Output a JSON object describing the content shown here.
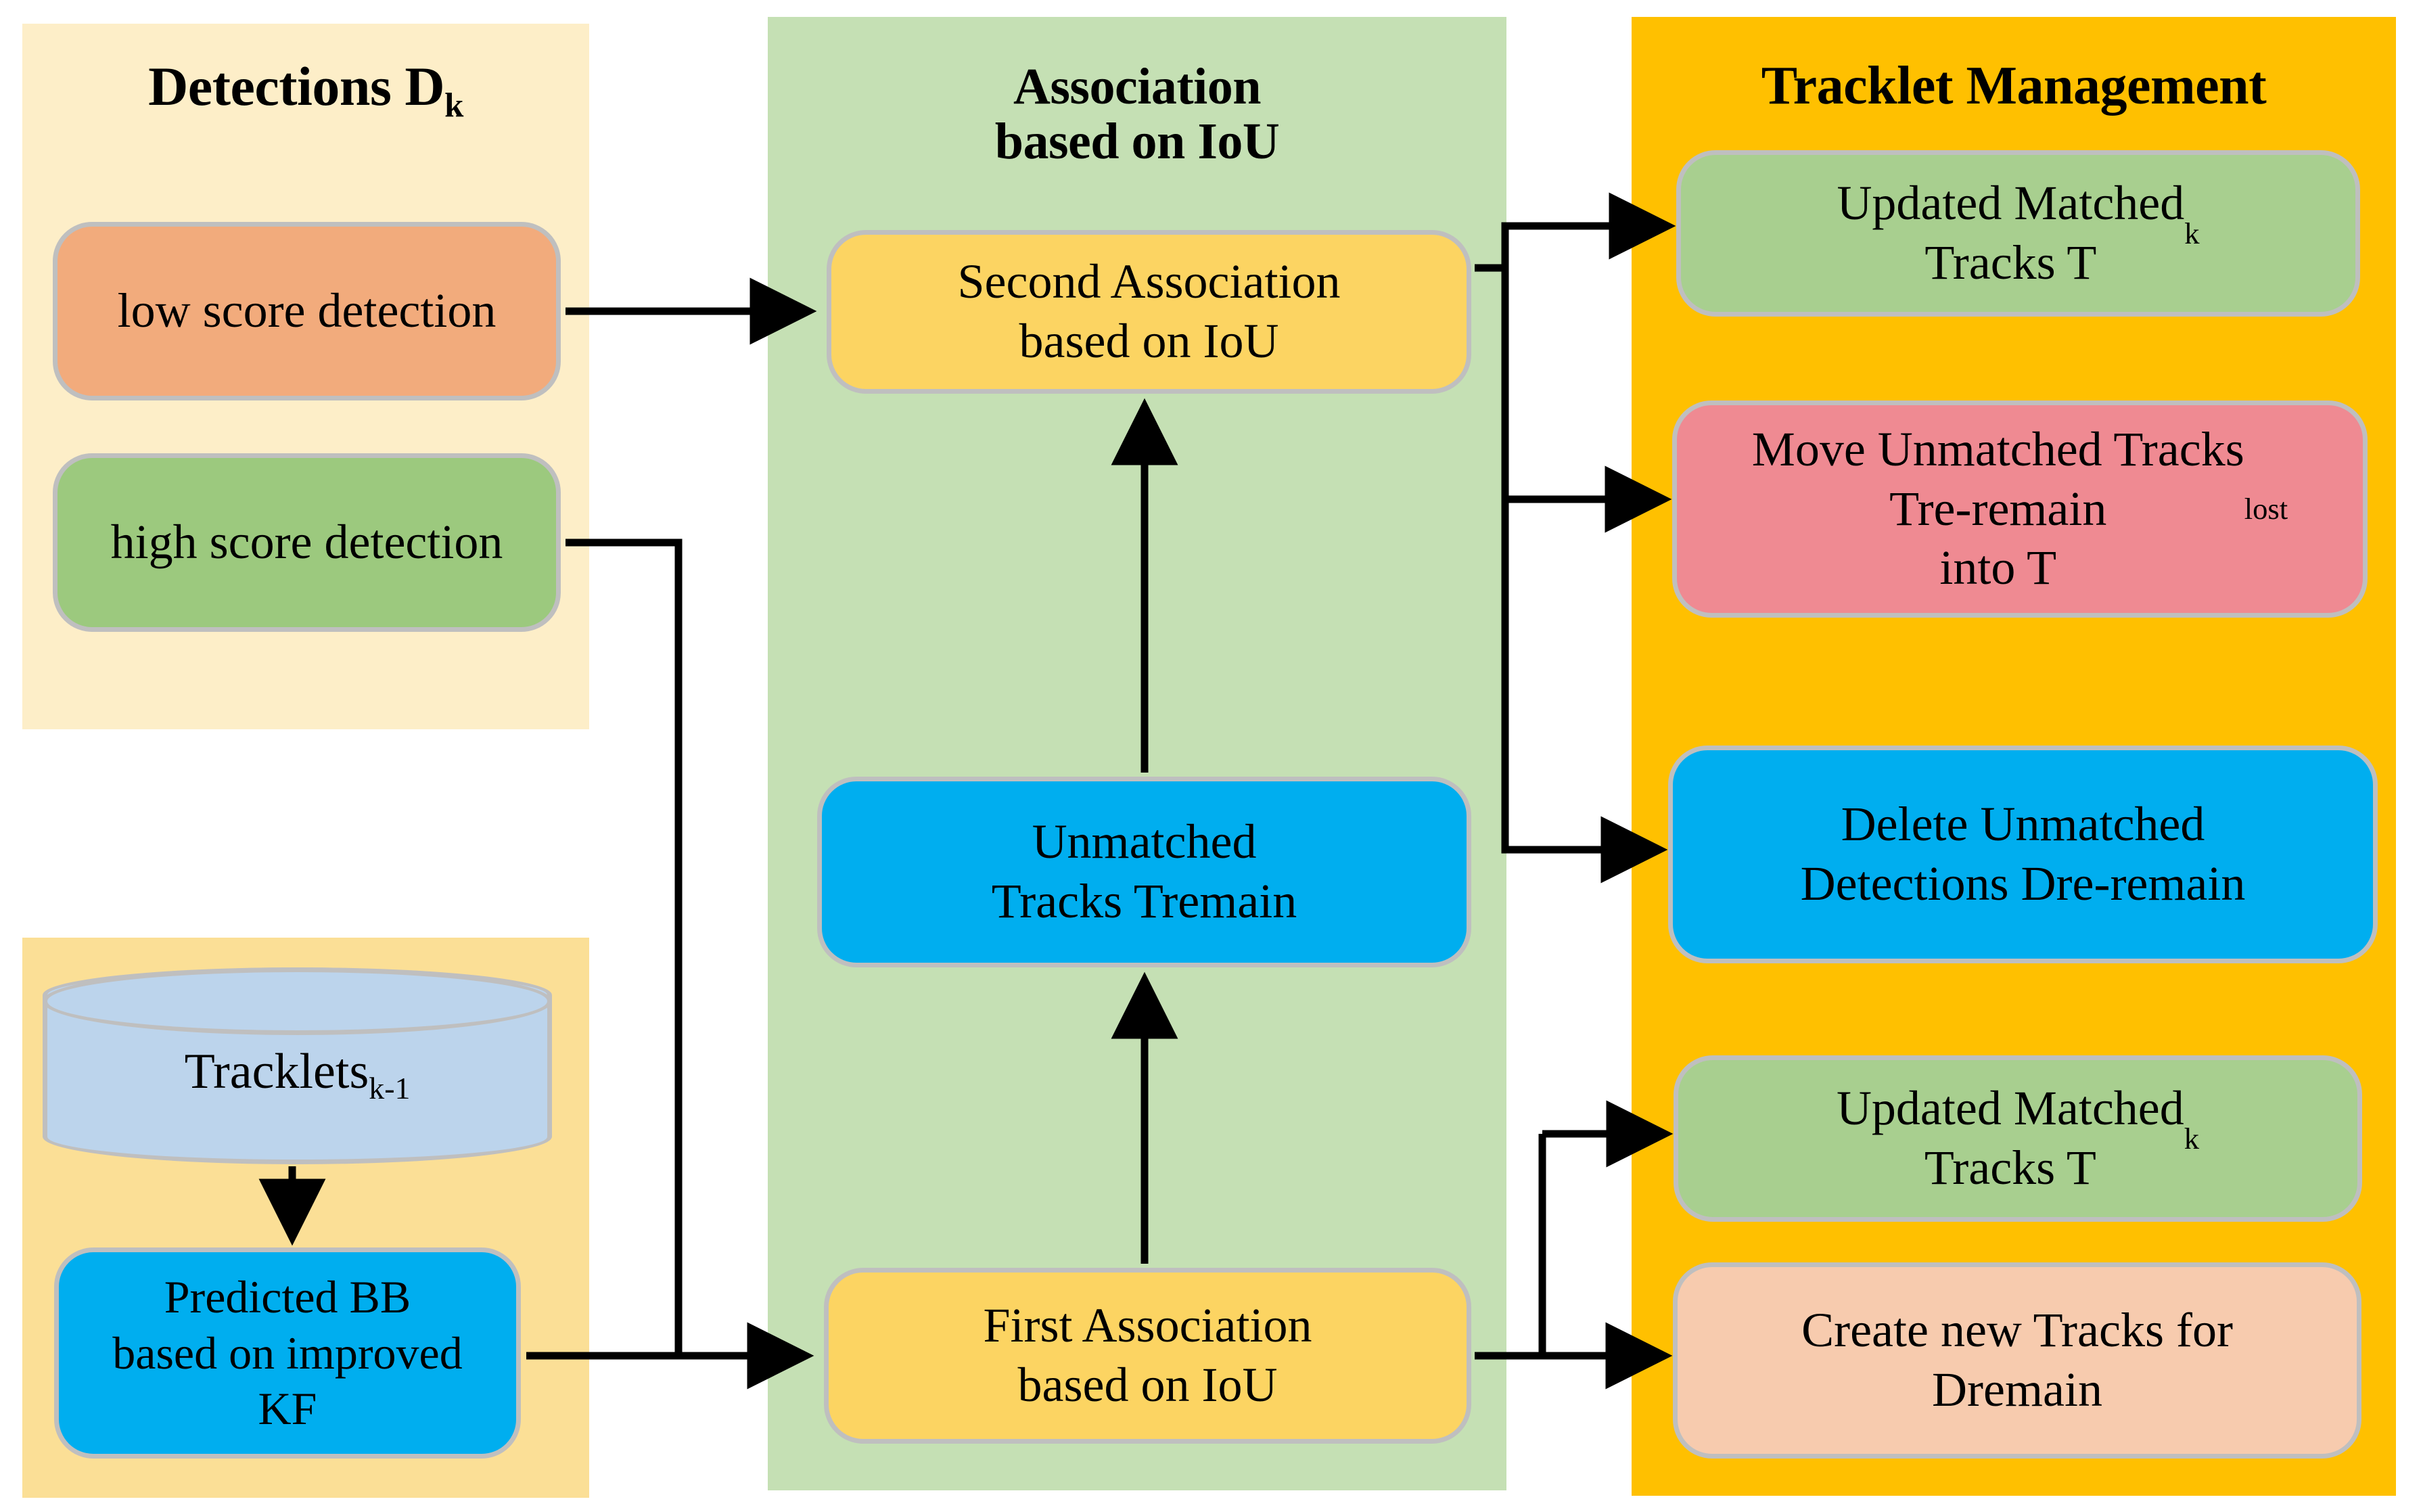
{
  "diagram": {
    "title": "Multi-object tracking pipeline flowchart",
    "panels": [
      {
        "id": "detections",
        "title": "Detections D",
        "title_sub": "k",
        "color": "#fdeec8"
      },
      {
        "id": "tracklets_source",
        "title": "",
        "title_sub": "",
        "color": "#fbdf96"
      },
      {
        "id": "association",
        "title": "Association\nbased on IoU",
        "title_sub": "",
        "color": "#c5e0b4"
      },
      {
        "id": "tracklet_management",
        "title": "Tracklet Management",
        "title_sub": "",
        "color": "#ffc000"
      }
    ],
    "nodes": {
      "low_score_detection": {
        "label": "low score detection",
        "color": "#f2ab7c"
      },
      "high_score_detection": {
        "label": "high score detection",
        "color": "#9cc97e"
      },
      "tracklets": {
        "label": "Tracklets",
        "sub": "k-1",
        "color": "#bcd4ec"
      },
      "predicted_bb": {
        "label": "Predicted BB\nbased on improved\nKF",
        "color": "#00aeef"
      },
      "second_association": {
        "label": "Second Association\nbased on IoU",
        "color": "#fcd462"
      },
      "unmatched_tracks": {
        "label": "Unmatched\nTracks Tremain",
        "color": "#00aeef"
      },
      "first_association": {
        "label": "First Association\nbased on IoU",
        "color": "#fcd462"
      },
      "updated_matched_1": {
        "label": "Updated Matched\nTracks T",
        "sub": "k",
        "color": "#a8cf8f"
      },
      "move_unmatched": {
        "label": "Move  Unmatched Tracks\nTre-remain\ninto T",
        "sub": "lost",
        "color": "#ef8a92"
      },
      "delete_unmatched": {
        "label": "Delete Unmatched\nDetections Dre-remain",
        "color": "#00aeef"
      },
      "updated_matched_2": {
        "label": "Updated Matched\nTracks T",
        "sub": "k",
        "color": "#a8cf8f"
      },
      "create_new_tracks": {
        "label": "Create new Tracks for\nDremain",
        "color": "#f7cbae"
      }
    },
    "edges": [
      {
        "from": "low_score_detection",
        "to": "second_association"
      },
      {
        "from": "high_score_detection",
        "to": "first_association"
      },
      {
        "from": "tracklets",
        "to": "predicted_bb"
      },
      {
        "from": "predicted_bb",
        "to": "first_association"
      },
      {
        "from": "first_association",
        "to": "unmatched_tracks"
      },
      {
        "from": "unmatched_tracks",
        "to": "second_association"
      },
      {
        "from": "second_association",
        "to": "updated_matched_1"
      },
      {
        "from": "second_association",
        "to": "move_unmatched"
      },
      {
        "from": "second_association",
        "to": "delete_unmatched"
      },
      {
        "from": "first_association",
        "to": "updated_matched_2"
      },
      {
        "from": "first_association",
        "to": "create_new_tracks"
      }
    ],
    "colors": {
      "edge": "#000000",
      "node_border": "#bfbfbf",
      "background": "#ffffff"
    }
  }
}
